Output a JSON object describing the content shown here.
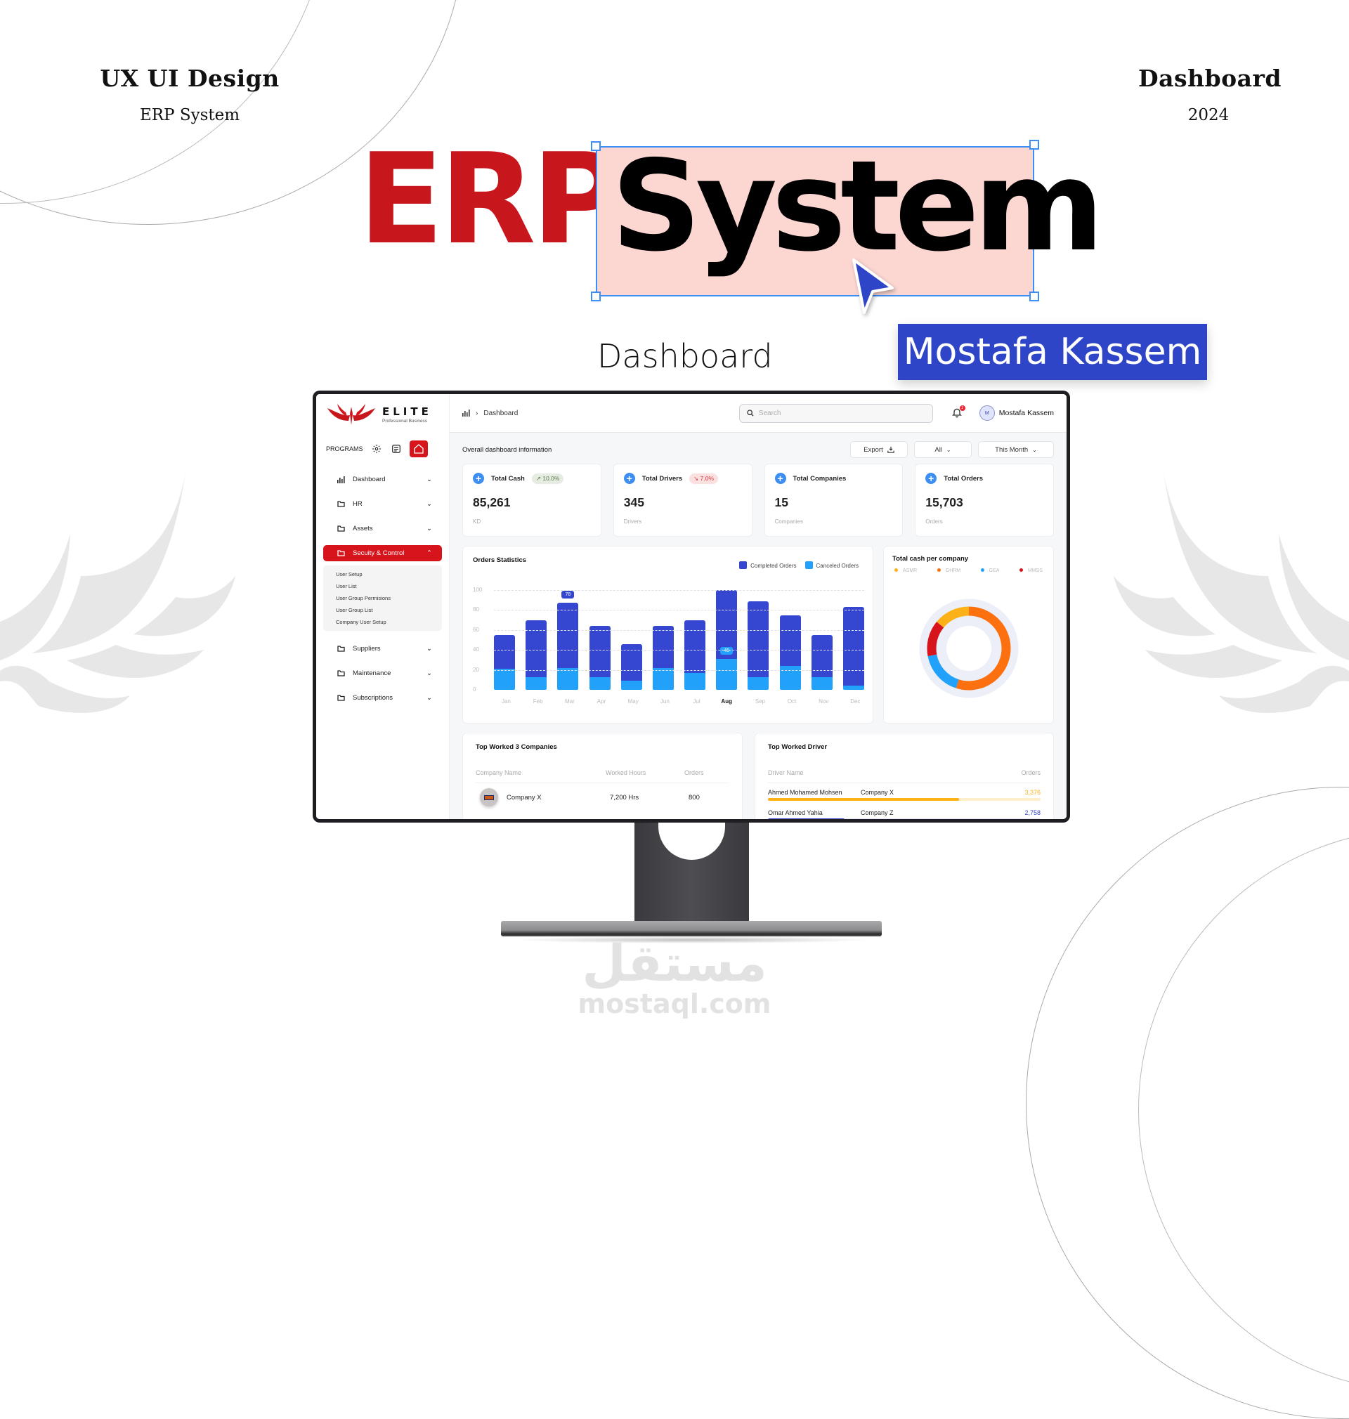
{
  "presentation": {
    "top_left_title": "UX UI Design",
    "top_left_sub": "ERP System",
    "top_right_title": "Dashboard",
    "top_right_sub": "2024",
    "hero_word_1": "ERP",
    "hero_word_2": "System",
    "subtitle": "Dashboard",
    "author": "Mostafa Kassem",
    "watermark_ar": "مستقل",
    "watermark_en": "mostaql.com",
    "colors": {
      "hero_red": "#c8161d",
      "selection_fill": "#fcd7d2",
      "selection_border": "#3a8ef6",
      "author_bg": "#2e45c8"
    }
  },
  "app": {
    "logo": {
      "name": "ELITE",
      "tagline": "Professional Business"
    },
    "programs_label": "PROGRAMS",
    "sidebar": {
      "items": [
        {
          "label": "Dashboard",
          "icon": "bar-chart-icon"
        },
        {
          "label": "HR",
          "icon": "folder-icon"
        },
        {
          "label": "Assets",
          "icon": "folder-icon"
        },
        {
          "label": "Secuity & Control",
          "icon": "folder-icon",
          "active": true
        },
        {
          "label": "Suppliers",
          "icon": "folder-icon"
        },
        {
          "label": "Maintenance",
          "icon": "folder-icon"
        },
        {
          "label": "Subscriptions",
          "icon": "folder-icon"
        }
      ],
      "submenu": [
        "User Setup",
        "User List",
        "User Group Permisions",
        "User Group List",
        "Company User Setup"
      ]
    },
    "topbar": {
      "breadcrumb": "Dashboard",
      "search_placeholder": "Search",
      "notifications": "2",
      "user_initial": "M",
      "user_name": "Mostafa Kassem"
    },
    "overview": {
      "title": "Overall dashboard information",
      "export_label": "Export",
      "filter_label": "All",
      "period_label": "This Month"
    },
    "stats": [
      {
        "label": "Total Cash",
        "value": "85,261",
        "unit": "KD",
        "change": "10.0%",
        "trend": "up"
      },
      {
        "label": "Total Drivers",
        "value": "345",
        "unit": "Drivers",
        "change": "7.0%",
        "trend": "down"
      },
      {
        "label": "Total Companies",
        "value": "15",
        "unit": "Companies"
      },
      {
        "label": "Total Orders",
        "value": "15,703",
        "unit": "Orders"
      }
    ],
    "orders_chart": {
      "title": "Orders Statistics",
      "legend": [
        "Completed Orders",
        "Canceled Orders"
      ],
      "y_ticks": [
        "100",
        "80",
        "60",
        "40",
        "20",
        "0"
      ],
      "tooltips": {
        "Mar": "78",
        "Aug": "45"
      },
      "active_month": "Aug"
    },
    "cash_chart": {
      "title": "Total cash per company",
      "legend": [
        {
          "label": "ASMR",
          "color": "#fbb117"
        },
        {
          "label": "GHRM",
          "color": "#fc7010"
        },
        {
          "label": "GEA",
          "color": "#22a1fb"
        },
        {
          "label": "MMSS",
          "color": "#d7141b"
        }
      ]
    },
    "top_companies": {
      "title": "Top Worked 3 Companies",
      "columns": [
        "Company Name",
        "Worked Hours",
        "Orders"
      ],
      "rows": [
        {
          "name": "Company X",
          "hours": "7,200 Hrs",
          "orders": "800"
        }
      ]
    },
    "top_drivers": {
      "title": "Top Worked Driver",
      "columns": [
        "Driver Name",
        "Orders"
      ],
      "rows": [
        {
          "name": "Ahmed Mohamed Mohsen",
          "company": "Company X",
          "orders": "3,376",
          "pct": 70,
          "color": "#fbb117",
          "track": "#fdeec9"
        },
        {
          "name": "Omar Ahmed Yahia",
          "company": "Company Z",
          "orders": "2,758",
          "pct": 28,
          "color": "#3547d1",
          "track": "#e3e6fa"
        }
      ]
    }
  },
  "chart_data": [
    {
      "type": "bar",
      "title": "Orders Statistics",
      "stacked": true,
      "categories": [
        "Jan",
        "Feb",
        "Mar",
        "Apr",
        "May",
        "Jun",
        "Jul",
        "Aug",
        "Sep",
        "Oct",
        "Nov",
        "Dec"
      ],
      "series": [
        {
          "name": "Completed Orders",
          "color": "#3547d1",
          "values": [
            34,
            57,
            65,
            51,
            37,
            42,
            53,
            69,
            76,
            51,
            42,
            79
          ]
        },
        {
          "name": "Canceled Orders",
          "color": "#22a1fb",
          "values": [
            21,
            13,
            22,
            13,
            9,
            22,
            17,
            31,
            13,
            24,
            13,
            4
          ]
        }
      ],
      "annotations": [
        {
          "x": "Mar",
          "label": "78"
        },
        {
          "x": "Aug",
          "label": "45"
        }
      ],
      "ylim": [
        0,
        100
      ],
      "y_ticks": [
        0,
        20,
        40,
        60,
        80,
        100
      ],
      "grid": true,
      "legend_position": "top-right"
    },
    {
      "type": "pie",
      "donut": true,
      "title": "Total cash per company",
      "categories": [
        "GHRM",
        "GEA",
        "MMSS",
        "ASMR"
      ],
      "values": [
        55,
        17,
        14,
        14
      ],
      "colors": [
        "#fc7010",
        "#22a1fb",
        "#d7141b",
        "#fbb117"
      ],
      "legend_position": "top"
    }
  ]
}
